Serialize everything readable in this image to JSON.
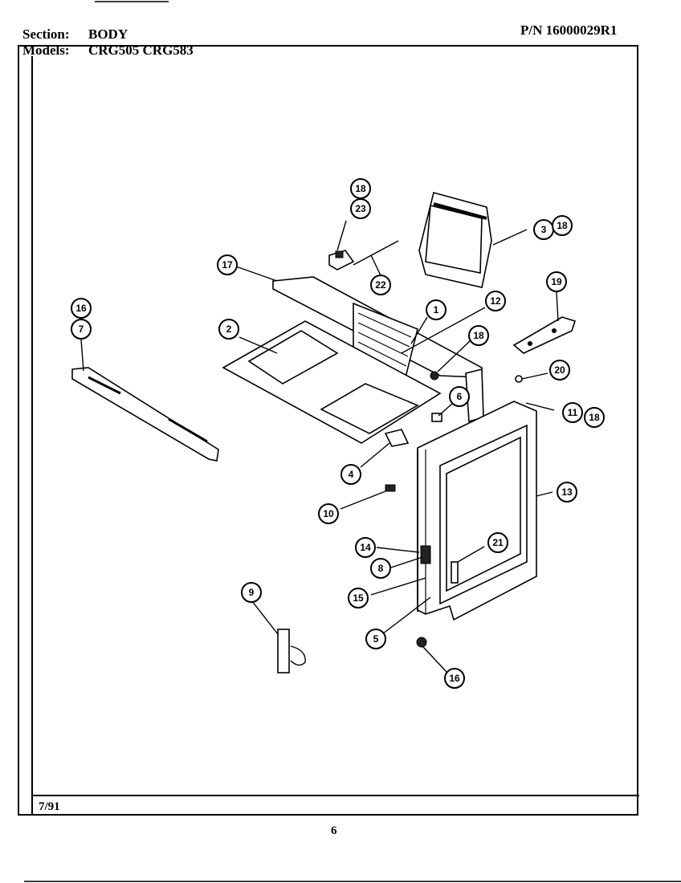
{
  "header": {
    "section_label": "Section:",
    "section_value": "BODY",
    "pn": "P/N 16000029R1",
    "models_label": "Models:",
    "models_value": "CRG505  CRG583"
  },
  "footer": {
    "date": "7/91",
    "page_number": "6"
  },
  "callouts": [
    "18",
    "23",
    "3",
    "18",
    "17",
    "22",
    "19",
    "16",
    "7",
    "1",
    "12",
    "2",
    "18",
    "20",
    "6",
    "11",
    "18",
    "4",
    "13",
    "10",
    "14",
    "21",
    "8",
    "9",
    "15",
    "5",
    "16"
  ]
}
